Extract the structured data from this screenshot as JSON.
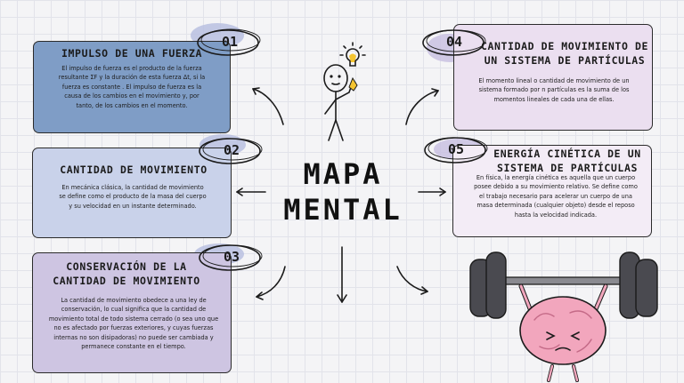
{
  "center": {
    "line1": "MAPA",
    "line2": "MENTAL"
  },
  "cards": [
    {
      "number": "01",
      "title": "IMPULSO DE UNA FUERZA",
      "body": "El impulso de fuerza es el producto de la fuerza resultante ΣF y la duración de esta fuerza Δt, si la fuerza es constante . El impulso de fuerza es la causa de los cambios en el movimiento y, por tanto, de los cambios en el momento.",
      "color": "#7f9dc6"
    },
    {
      "number": "02",
      "title": "CANTIDAD DE MOVIMIENTO",
      "body": "En mecánica clásica, la cantidad de movimiento se define como el producto de la masa del cuerpo y su velocidad en un instante determinado.",
      "color": "#c9d2ea"
    },
    {
      "number": "03",
      "title": "CONSERVACIÓN DE LA CANTIDAD DE MOVIMIENTO",
      "body": "La cantidad de movimiento obedece a una ley de conservación, lo cual significa que la cantidad de movimiento total de todo sistema cerrado (o sea uno que no es afectado por fuerzas exteriores, y cuyas fuerzas internas no son disipadoras) no puede ser cambiada y permanece constante en el tiempo.",
      "color": "#cec5e2"
    },
    {
      "number": "04",
      "title": "CANTIDAD DE MOVIMIENTO DE UN SISTEMA DE PARTÍCULAS",
      "body": "El momento lineal o cantidad de movimiento de un sistema formado por n partículas es la suma de los momentos lineales de cada una de ellas.",
      "color": "#ebdff0"
    },
    {
      "number": "05",
      "title": "ENERGÍA CINÉTICA DE UN SISTEMA DE PARTÍCULAS",
      "body": "En física, la energía cinética es aquella que un cuerpo posee debido a su movimiento relativo. Se define como el trabajo necesario para acelerar un cuerpo de una masa determinada (cualquier objeto) desde el reposo hasta la velocidad indicada.",
      "color": "#f3ecf6"
    }
  ],
  "colors": {
    "ink": "#1b1b1b",
    "brain": "#f2a6bd",
    "weight": "#4a4a50",
    "blob": "#c8c3e3"
  },
  "icons": [
    "lightbulb-icon",
    "stick-figure-icon",
    "brain-weightlifting-icon",
    "curved-arrow-icon"
  ]
}
